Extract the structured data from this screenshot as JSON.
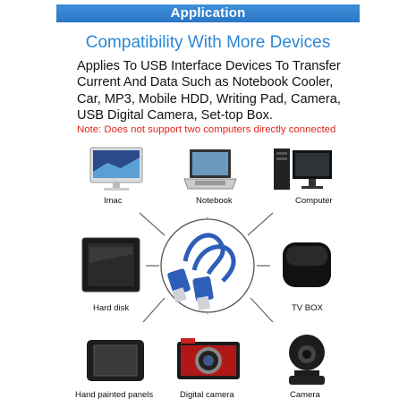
{
  "banner": {
    "title": "Application"
  },
  "heading": "Compatibility With More Devices",
  "description": {
    "line1": "Applies To USB Interface Devices To Transfer",
    "line2": "Current And Data Such as Notebook Cooler,",
    "line3": "Car, MP3, Mobile HDD, Writing Pad, Camera,",
    "line4": "USB Digital Camera, Set-top Box."
  },
  "note": "Note: Does not support two computers directly connected",
  "devices": [
    {
      "label": "Imac",
      "icon": "imac-icon"
    },
    {
      "label": "Notebook",
      "icon": "notebook-icon"
    },
    {
      "label": "Computer",
      "icon": "computer-icon"
    },
    {
      "label": "Hard disk",
      "icon": "hard-disk-icon"
    },
    {
      "label": "TV BOX",
      "icon": "tv-box-icon"
    },
    {
      "label": "Hand painted panels",
      "icon": "drawing-tablet-icon"
    },
    {
      "label": "Digital camera",
      "icon": "digital-camera-icon"
    },
    {
      "label": "Camera",
      "icon": "webcam-icon"
    }
  ],
  "center_image": {
    "icon": "usb-cable-icon"
  },
  "colors": {
    "banner": "#2a76c6",
    "heading": "#2a86d6",
    "note": "#e0261c",
    "cable": "#2d5fb8"
  }
}
